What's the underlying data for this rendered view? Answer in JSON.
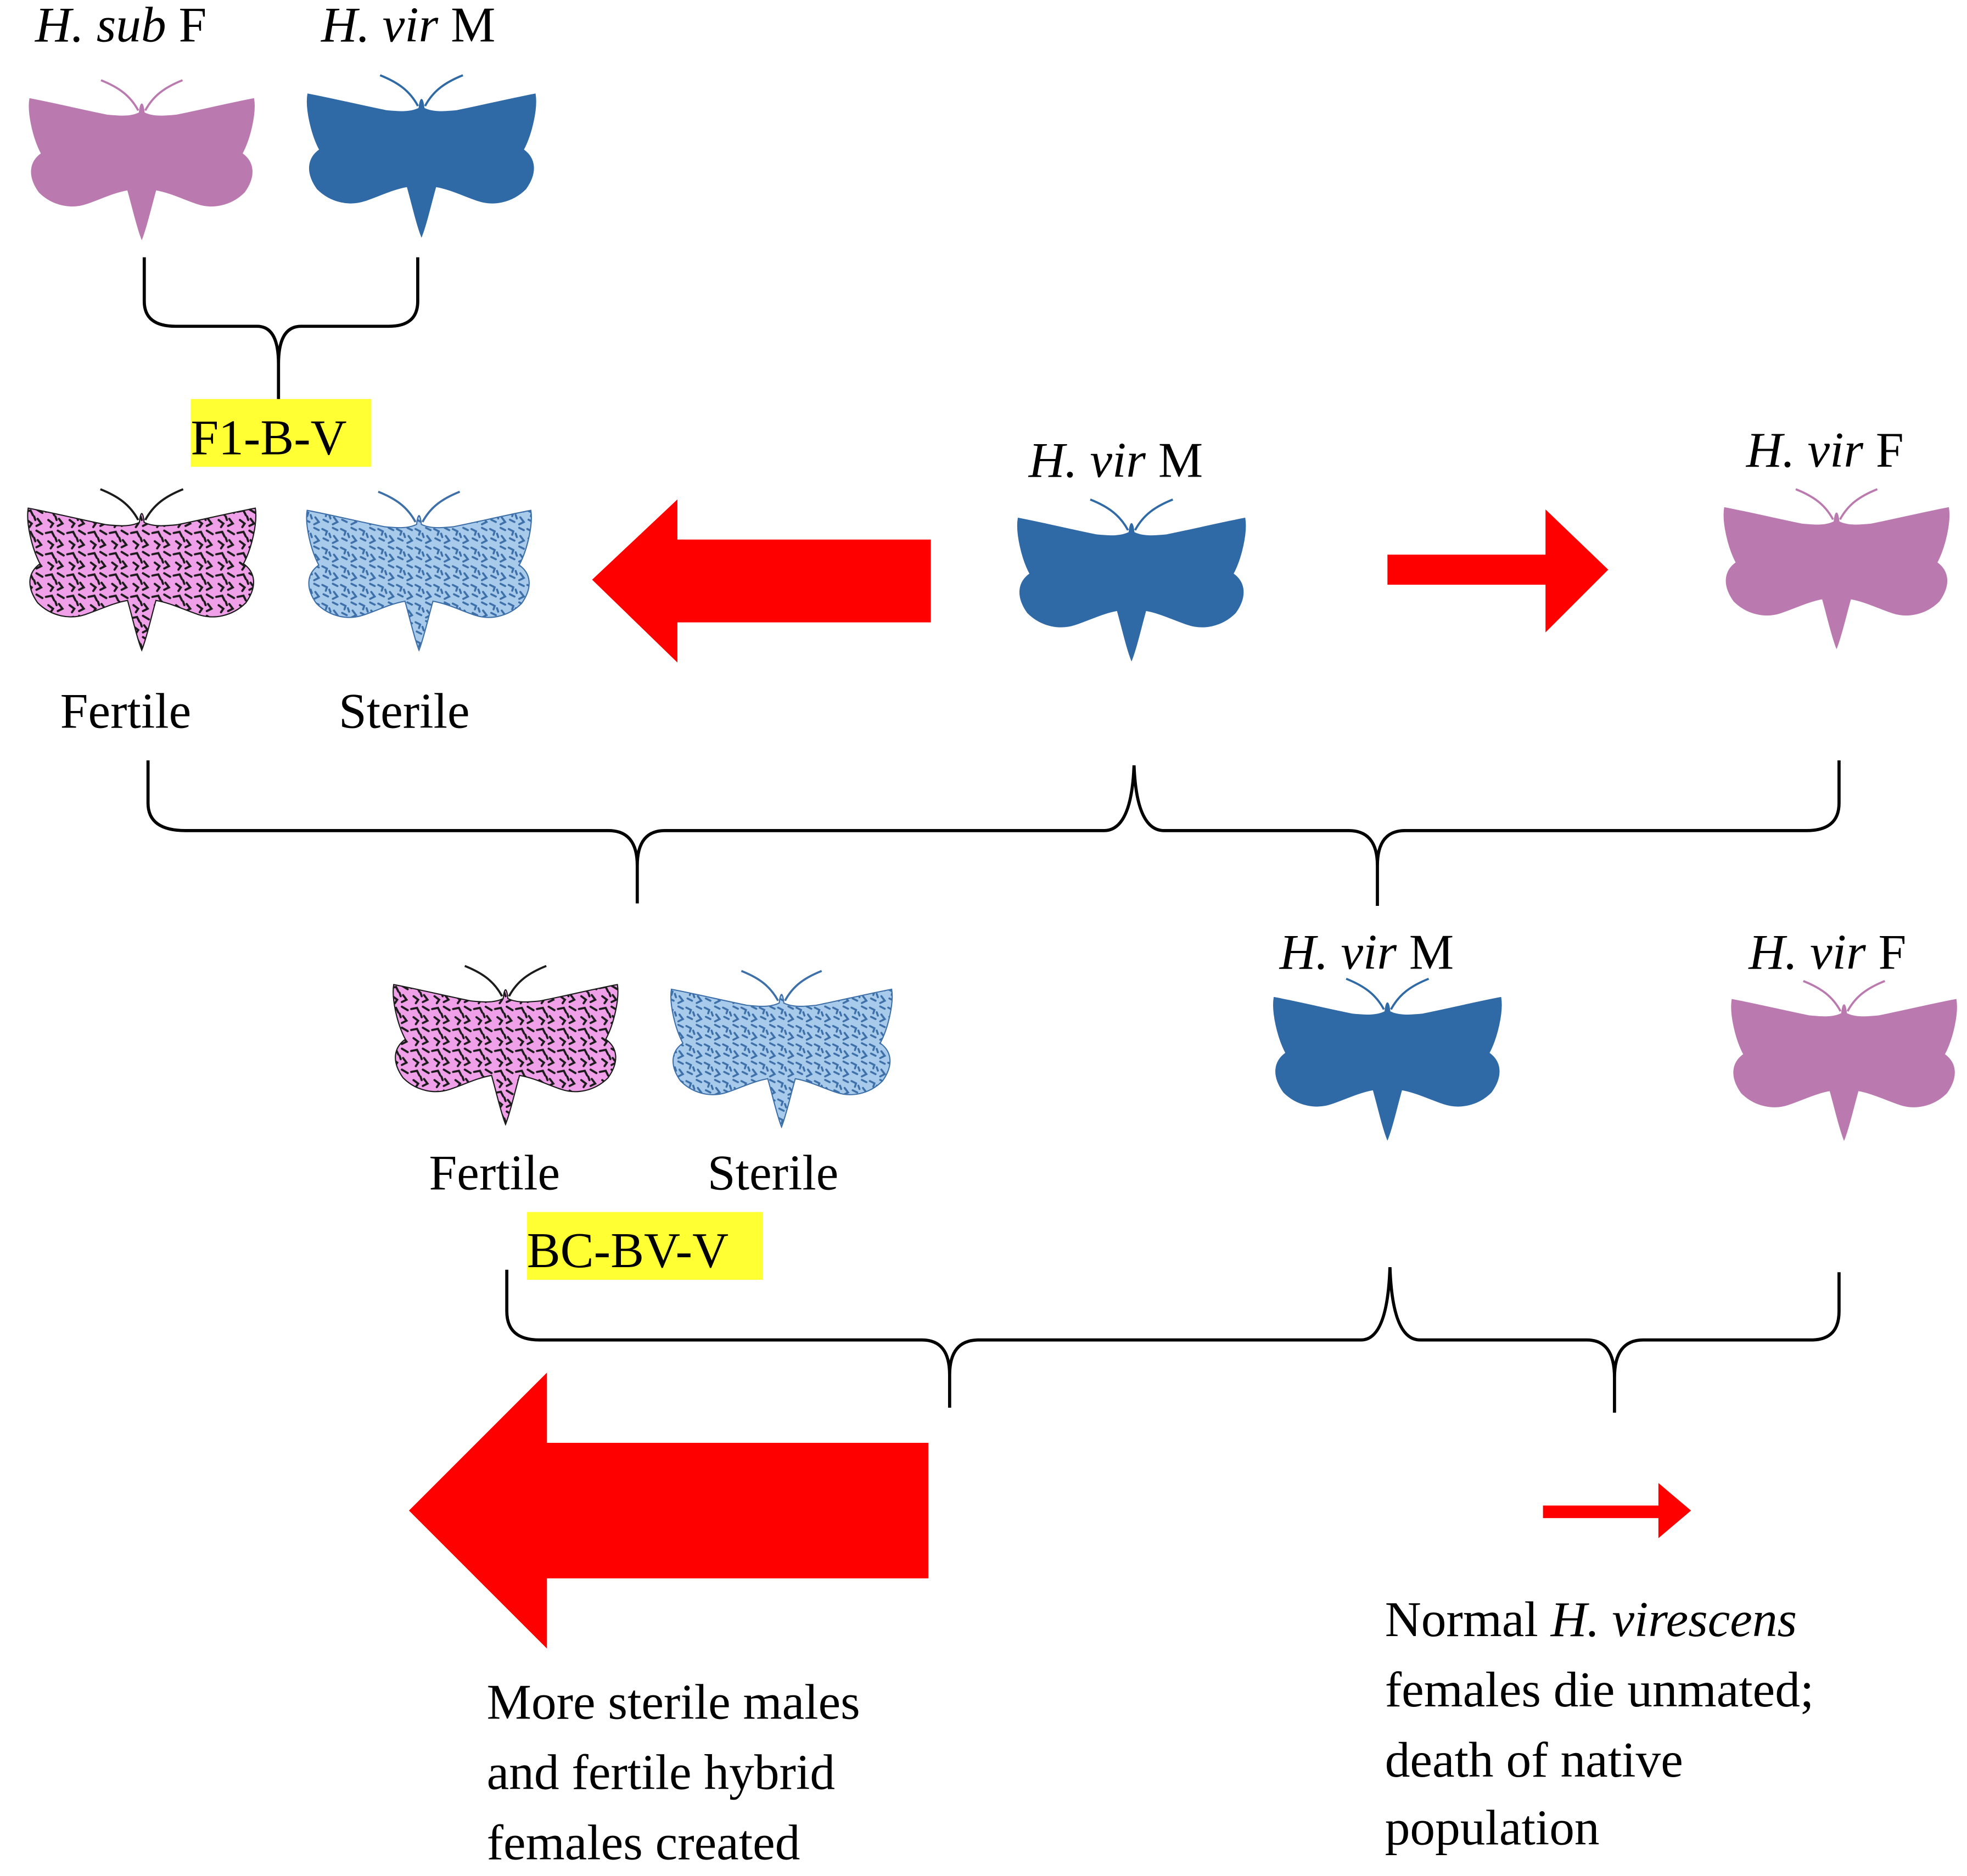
{
  "colors": {
    "female": "#bb7aaf",
    "male": "#2f6aa7",
    "hybrid_female_base": "#f0a0e8",
    "hybrid_female_speckle": "#1b1b1b",
    "hybrid_male_base": "#a9cbeb",
    "hybrid_male_speckle": "#3d6fa8",
    "arrow": "#ff0000",
    "highlight": "#ffff33"
  },
  "icons": {
    "moth": "moth-icon",
    "arrow": "arrow-icon"
  },
  "generation1": {
    "female_label": {
      "genus": "H.",
      "species": "sub",
      "sex": "F"
    },
    "male_label": {
      "genus": "H.",
      "species": "vir",
      "sex": "M"
    },
    "hybrid_tag": "F1-B-V"
  },
  "generation2": {
    "fertile_label": "Fertile",
    "sterile_label": "Sterile",
    "male_label": {
      "genus": "H.",
      "species": "vir",
      "sex": "M"
    },
    "female_label": {
      "genus": "H.",
      "species": "vir",
      "sex": "F"
    }
  },
  "generation3": {
    "fertile_label": "Fertile",
    "sterile_label": "Sterile",
    "hybrid_tag": "BC-BV-V",
    "male_label": {
      "genus": "H.",
      "species": "vir",
      "sex": "M"
    },
    "female_label": {
      "genus": "H.",
      "species": "vir",
      "sex": "F"
    }
  },
  "outcomes": {
    "left": {
      "line1": "More sterile males",
      "line2": "and fertile hybrid",
      "line3": "females created"
    },
    "right": {
      "line1_prefix": "Normal ",
      "line1_italic": "H. virescens",
      "line2": "females die unmated;",
      "line3": "death of native",
      "line4": "population"
    }
  }
}
